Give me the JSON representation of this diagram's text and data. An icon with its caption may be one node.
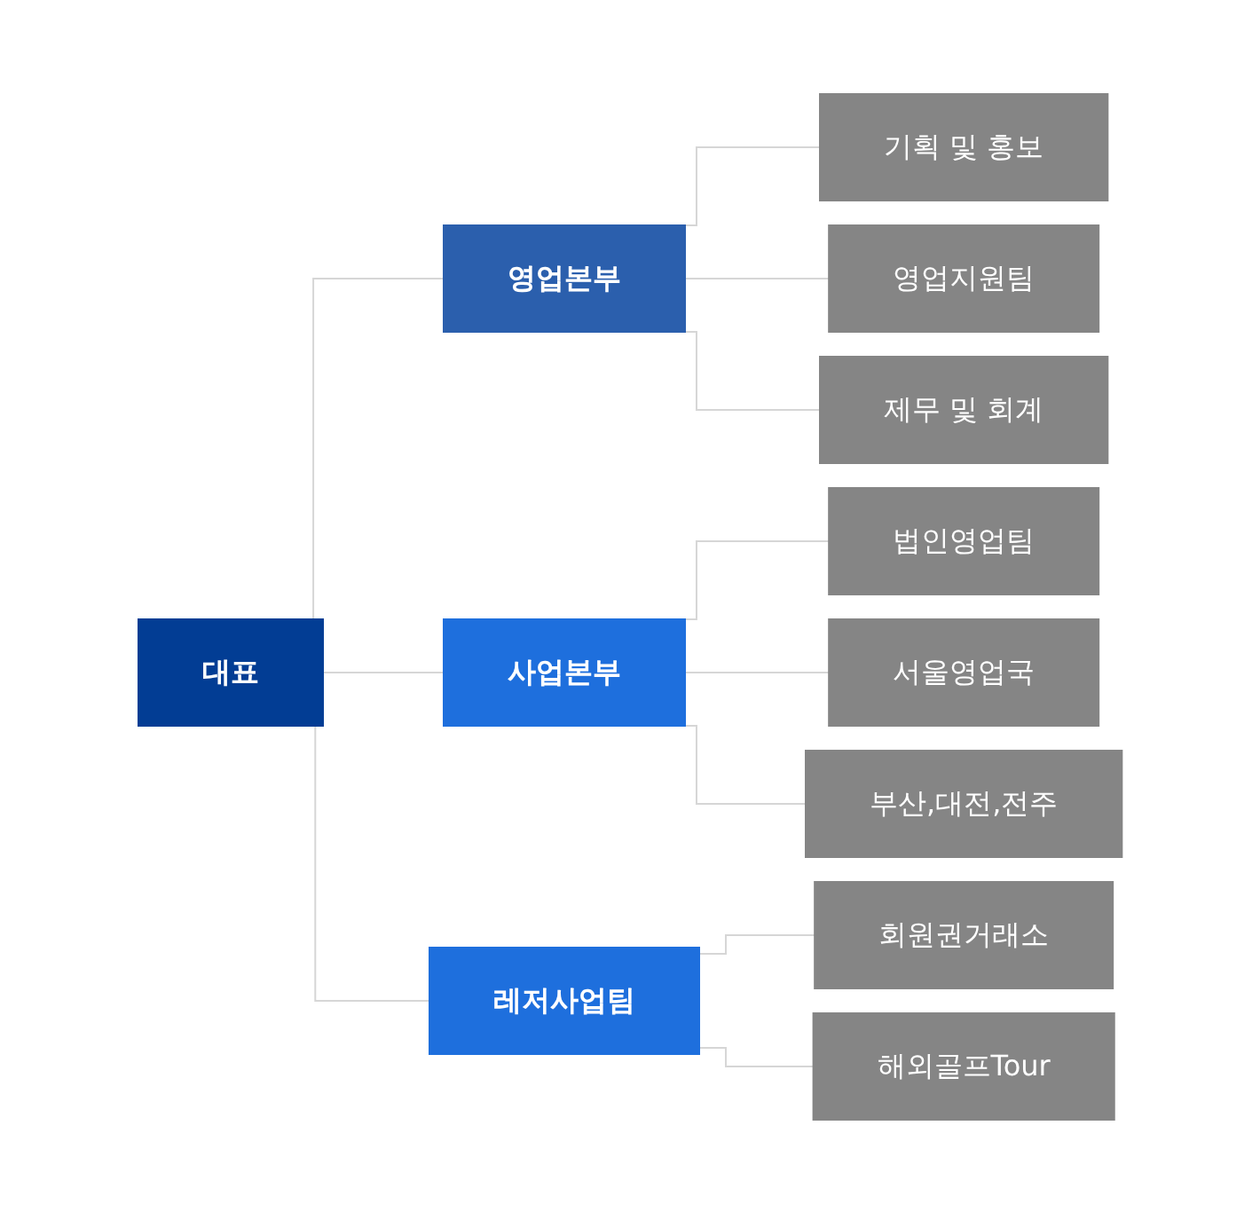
{
  "diagram": {
    "nodes": [
      {
        "text": [
          "대표"
        ]
      },
      {
        "text": [
          "영업본부"
        ]
      },
      {
        "text": [
          "기획 및 홍보"
        ]
      },
      {
        "text": [
          "영업지원팀"
        ]
      },
      {
        "text": [
          "제무 및 회계"
        ]
      },
      {
        "text": [
          "사업본부"
        ]
      },
      {
        "text": [
          "법인영업팀"
        ]
      },
      {
        "text": [
          "서울영업국"
        ]
      },
      {
        "text": [
          "부산,대전,전주"
        ]
      },
      {
        "text": [
          "레저사업팀"
        ]
      },
      {
        "text": [
          "회원권거래소"
        ]
      },
      {
        "text": [
          "해외골프Tour"
        ]
      }
    ],
    "edges": [
      {
        "from": 0,
        "to": 1,
        "arrow": "none"
      },
      {
        "from": 0,
        "to": 5,
        "arrow": "none"
      },
      {
        "from": 0,
        "to": 9,
        "arrow": "none"
      },
      {
        "from": 1,
        "to": 2,
        "arrow": "none"
      },
      {
        "from": 1,
        "to": 3,
        "arrow": "none"
      },
      {
        "from": 1,
        "to": 4,
        "arrow": "none"
      },
      {
        "from": 5,
        "to": 6,
        "arrow": "none"
      },
      {
        "from": 5,
        "to": 7,
        "arrow": "none"
      },
      {
        "from": 5,
        "to": 8,
        "arrow": "none"
      },
      {
        "from": 9,
        "to": 10,
        "arrow": "none"
      },
      {
        "from": 9,
        "to": 11,
        "arrow": "none"
      }
    ]
  }
}
